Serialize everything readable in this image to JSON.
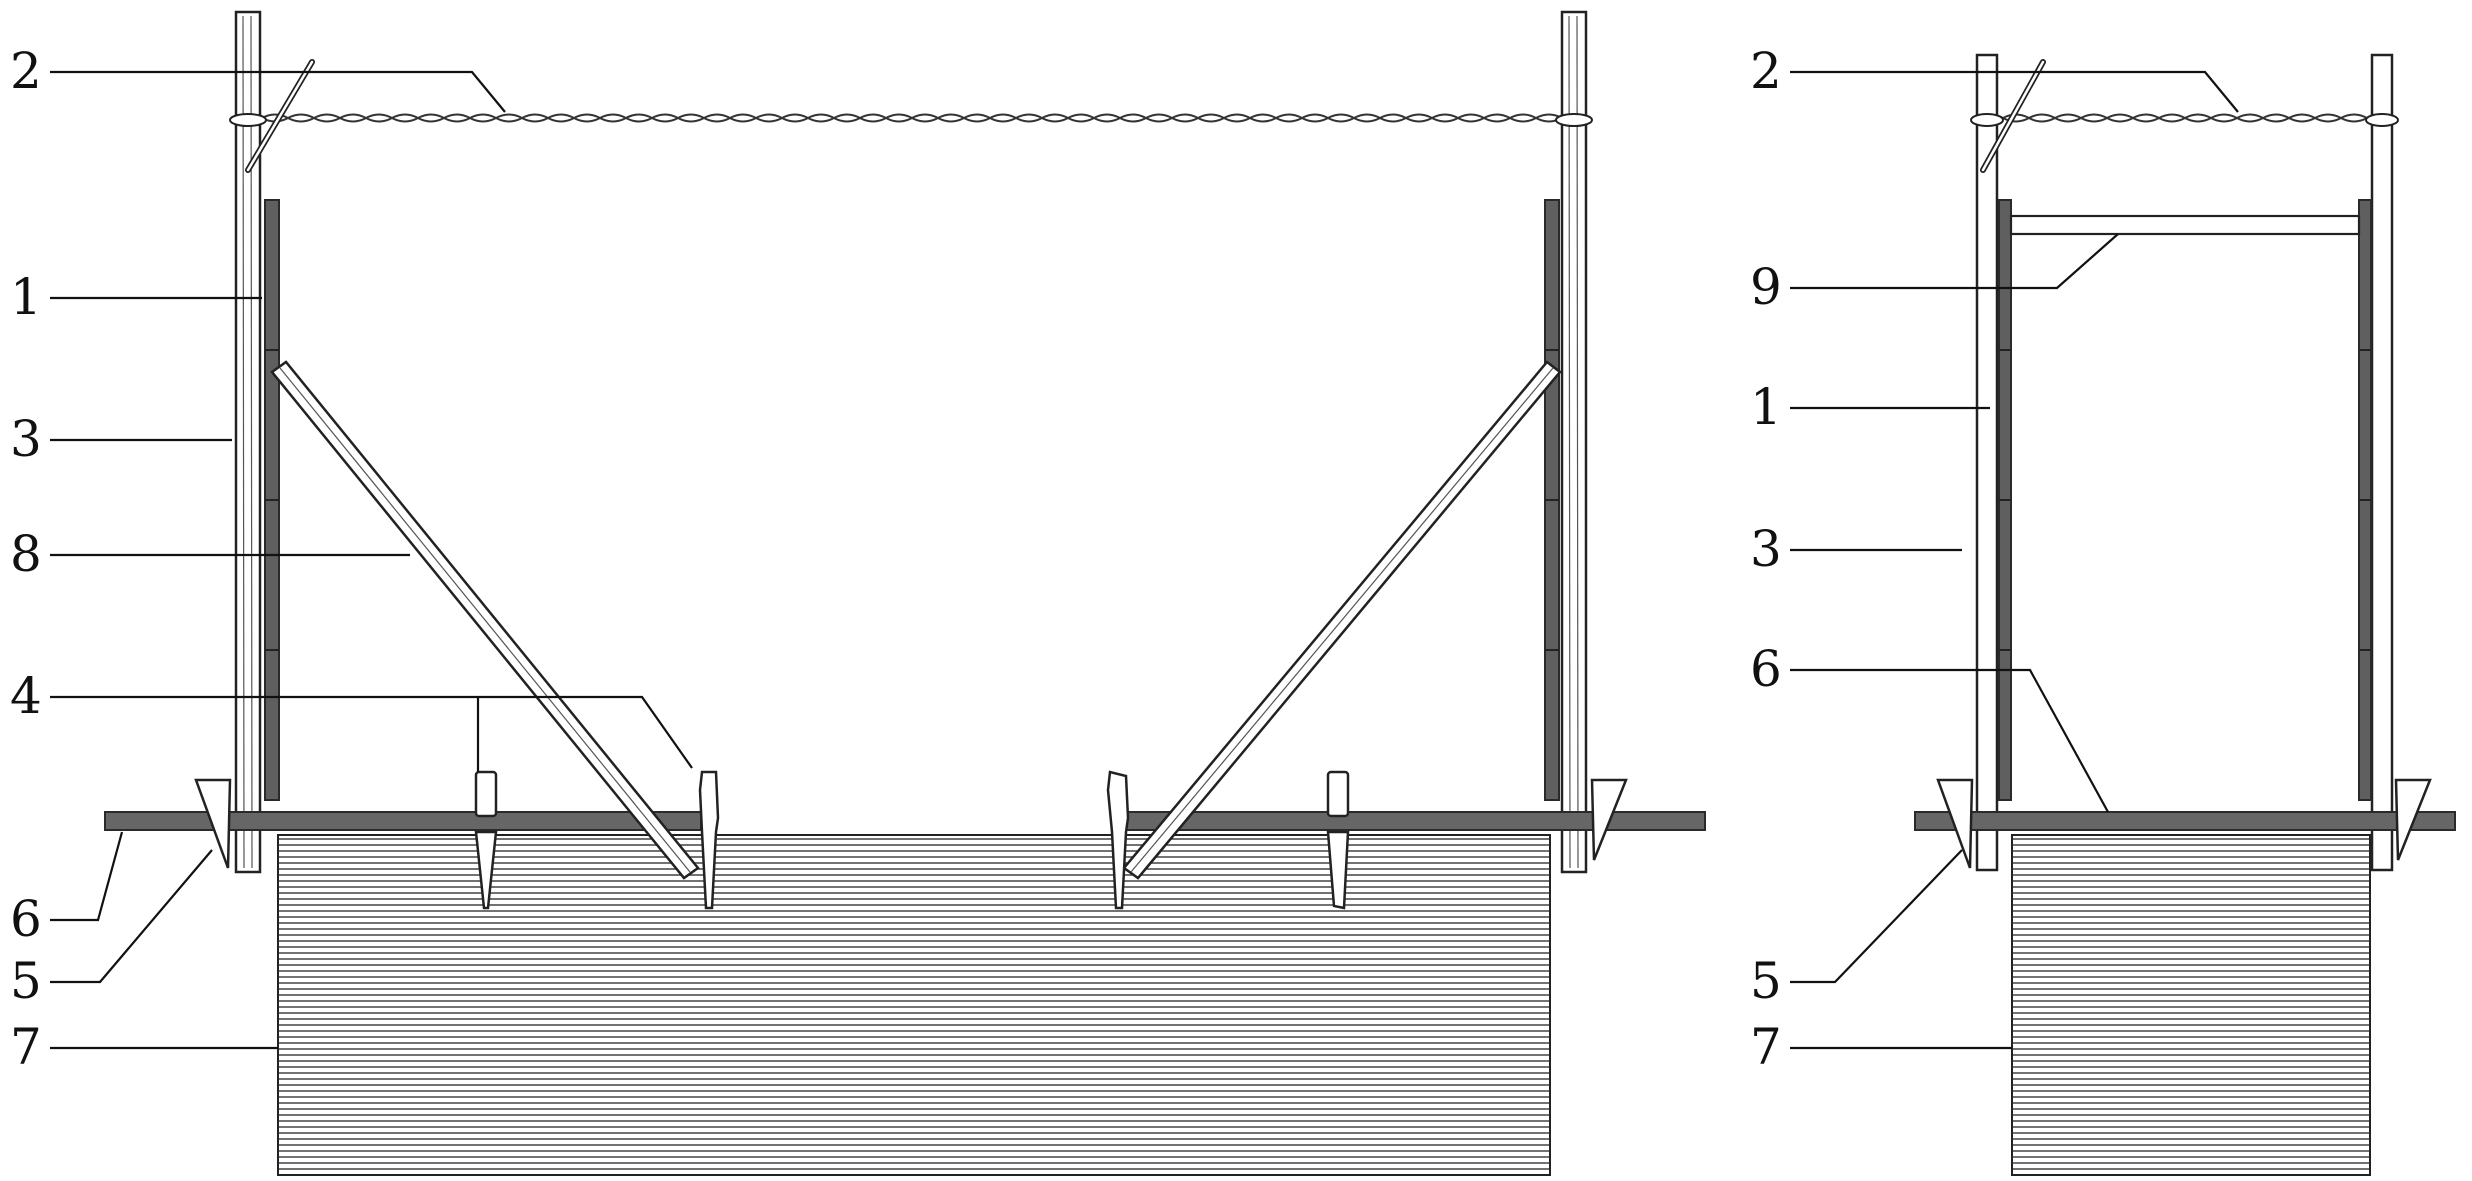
{
  "labels": {
    "left": [
      "2",
      "1",
      "3",
      "8",
      "4",
      "6",
      "5",
      "7"
    ],
    "right": [
      "2",
      "9",
      "1",
      "3",
      "6",
      "5",
      "7"
    ]
  },
  "colors": {
    "line": "#222222",
    "formwork": "#5f5f5f",
    "background": "#ffffff"
  }
}
